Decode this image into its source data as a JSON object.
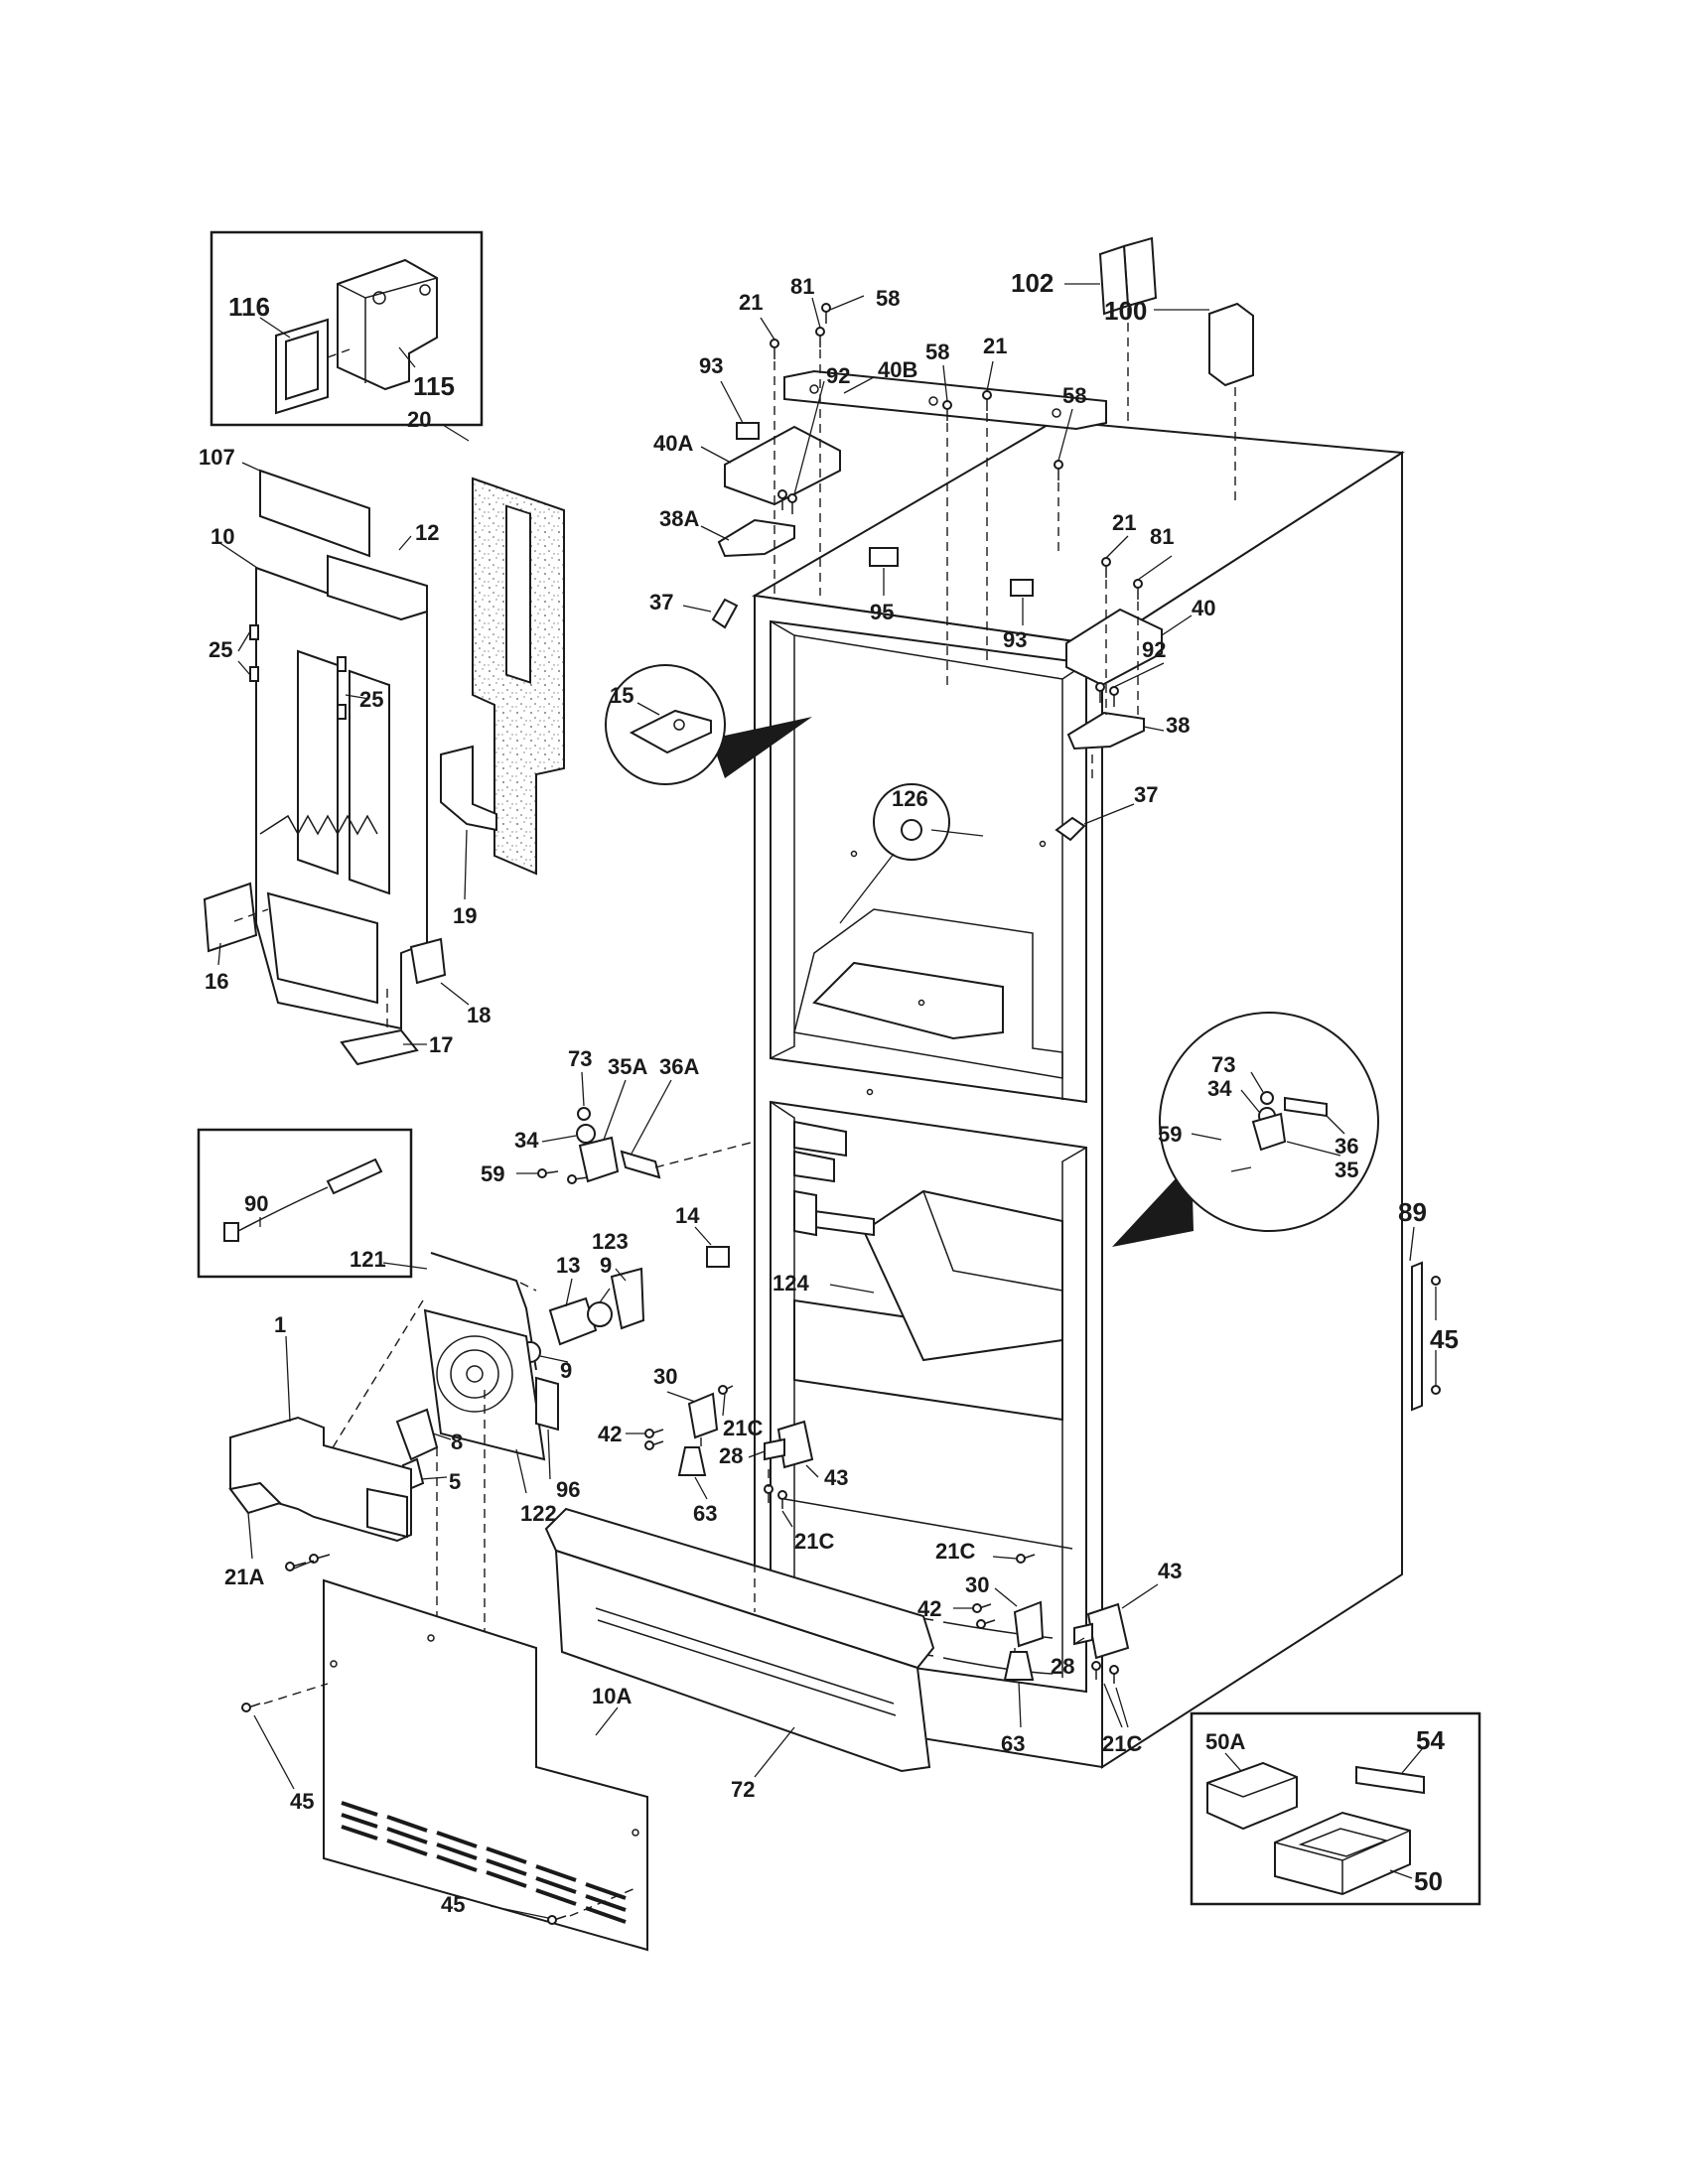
{
  "diagram": {
    "callouts": {
      "c116": "116",
      "c115": "115",
      "c107": "107",
      "c20": "20",
      "c10": "10",
      "c12": "12",
      "c25a": "25",
      "c25b": "25",
      "c19": "19",
      "c16": "16",
      "c18": "18",
      "c17": "17",
      "c90": "90",
      "c21_top1": "21",
      "c81_top": "81",
      "c58_top1": "58",
      "c93_top": "93",
      "c40b": "40B",
      "c58_top2": "58",
      "c21_top2": "21",
      "c40a": "40A",
      "c92_top": "92",
      "c38a": "38A",
      "c58_top3": "58",
      "c102": "102",
      "c100": "100",
      "c37_left": "37",
      "c95": "95",
      "c21_right": "21",
      "c81_right": "81",
      "c40": "40",
      "c93_right": "93",
      "c92_right": "92",
      "c38": "38",
      "c15": "15",
      "c126": "126",
      "c37_right": "37",
      "c73_left": "73",
      "c35a": "35A",
      "c36a": "36A",
      "c34_left": "34",
      "c59_left": "59",
      "c73_right": "73",
      "c34_right": "34",
      "c59_right": "59",
      "c36": "36",
      "c35": "35",
      "c14": "14",
      "c123": "123",
      "c121": "121",
      "c13": "13",
      "c9a": "9",
      "c9b": "9",
      "c124": "124",
      "c89": "89",
      "c45_side": "45",
      "c1": "1",
      "c30_left": "30",
      "c42_left": "42",
      "c21c_a": "21C",
      "c28_left": "28",
      "c8": "8",
      "c5": "5",
      "c96": "96",
      "c122": "122",
      "c63_left": "63",
      "c43_left": "43",
      "c21c_b": "21C",
      "c21a": "21A",
      "c21c_c": "21C",
      "c30_right": "30",
      "c42_right": "42",
      "c43_right": "43",
      "c28_right": "28",
      "c63_right": "63",
      "c21c_d": "21C",
      "c10a": "10A",
      "c45_left": "45",
      "c72": "72",
      "c45_bottom": "45",
      "c50a": "50A",
      "c54": "54",
      "c50": "50"
    }
  }
}
